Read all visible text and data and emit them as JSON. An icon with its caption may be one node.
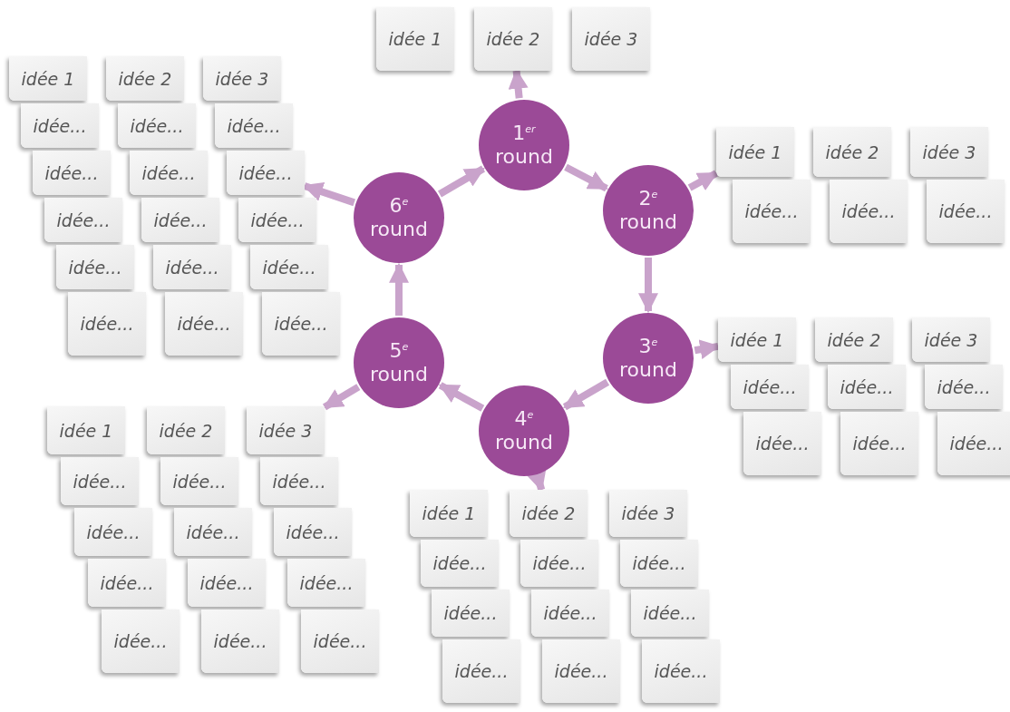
{
  "diagram": {
    "nodes": [
      {
        "text": [
          "1$^{er}$ round"
        ]
      },
      {
        "text": [
          "2$^{e}$ round"
        ]
      },
      {
        "text": [
          "3$^{e}$ round"
        ]
      },
      {
        "text": [
          "4$^{e}$ round"
        ]
      },
      {
        "text": [
          "5$^{e}$ round"
        ]
      },
      {
        "text": [
          "6$^{e}$ round"
        ]
      },
      {
        "text": [
          "idée 1"
        ]
      },
      {
        "text": [
          "idée 2"
        ]
      },
      {
        "text": [
          "idée 3"
        ]
      },
      {
        "text": [
          "idée 1"
        ]
      },
      {
        "text": [
          "idée 2"
        ]
      },
      {
        "text": [
          "idée 3"
        ]
      },
      {
        "text": [
          "idée..."
        ]
      },
      {
        "text": [
          "idée..."
        ]
      },
      {
        "text": [
          "idée..."
        ]
      },
      {
        "text": [
          "idée 1"
        ]
      },
      {
        "text": [
          "idée 2"
        ]
      },
      {
        "text": [
          "idée 3"
        ]
      },
      {
        "text": [
          "idée..."
        ]
      },
      {
        "text": [
          "idée..."
        ]
      },
      {
        "text": [
          "idée..."
        ]
      },
      {
        "text": [
          "idée..."
        ]
      },
      {
        "text": [
          "idée..."
        ]
      },
      {
        "text": [
          "idée..."
        ]
      },
      {
        "text": [
          "idée 1"
        ]
      },
      {
        "text": [
          "idée 2"
        ]
      },
      {
        "text": [
          "idée 3"
        ]
      },
      {
        "text": [
          "idée..."
        ]
      },
      {
        "text": [
          "idée..."
        ]
      },
      {
        "text": [
          "idée..."
        ]
      },
      {
        "text": [
          "idée..."
        ]
      },
      {
        "text": [
          "idée..."
        ]
      },
      {
        "text": [
          "idée..."
        ]
      },
      {
        "text": [
          "idée..."
        ]
      },
      {
        "text": [
          "idée..."
        ]
      },
      {
        "text": [
          "idée..."
        ]
      },
      {
        "text": [
          "idée 1"
        ]
      },
      {
        "text": [
          "idée 2"
        ]
      },
      {
        "text": [
          "idée 3"
        ]
      },
      {
        "text": [
          "idée..."
        ]
      },
      {
        "text": [
          "idée..."
        ]
      },
      {
        "text": [
          "idée..."
        ]
      },
      {
        "text": [
          "idée..."
        ]
      },
      {
        "text": [
          "idée..."
        ]
      },
      {
        "text": [
          "idée..."
        ]
      },
      {
        "text": [
          "idée..."
        ]
      },
      {
        "text": [
          "idée..."
        ]
      },
      {
        "text": [
          "idée..."
        ]
      },
      {
        "text": [
          "idée..."
        ]
      },
      {
        "text": [
          "idée..."
        ]
      },
      {
        "text": [
          "idée..."
        ]
      },
      {
        "text": [
          "idée 1"
        ]
      },
      {
        "text": [
          "idée 2"
        ]
      },
      {
        "text": [
          "idée 3"
        ]
      },
      {
        "text": [
          "idée..."
        ]
      },
      {
        "text": [
          "idée..."
        ]
      },
      {
        "text": [
          "idée..."
        ]
      },
      {
        "text": [
          "idée..."
        ]
      },
      {
        "text": [
          "idée..."
        ]
      },
      {
        "text": [
          "idée..."
        ]
      },
      {
        "text": [
          "idée..."
        ]
      },
      {
        "text": [
          "idée..."
        ]
      },
      {
        "text": [
          "idée..."
        ]
      },
      {
        "text": [
          "idée..."
        ]
      },
      {
        "text": [
          "idée..."
        ]
      },
      {
        "text": [
          "idée..."
        ]
      },
      {
        "text": [
          "idée..."
        ]
      },
      {
        "text": [
          "idée..."
        ]
      },
      {
        "text": [
          "idée..."
        ]
      }
    ],
    "edges": [
      {
        "from": 0,
        "to": 1,
        "arrow": "to"
      },
      {
        "from": 1,
        "to": 2,
        "arrow": "to"
      },
      {
        "from": 2,
        "to": 3,
        "arrow": "to"
      },
      {
        "from": 3,
        "to": 4,
        "arrow": "to"
      },
      {
        "from": 4,
        "to": 5,
        "arrow": "to"
      },
      {
        "from": 5,
        "to": 0,
        "arrow": "to"
      },
      {
        "from": 0,
        "to": 7,
        "arrow": "to"
      },
      {
        "from": 1,
        "to": 9,
        "arrow": "to"
      },
      {
        "from": 2,
        "to": 15,
        "arrow": "to"
      },
      {
        "from": 3,
        "to": 25,
        "arrow": "to"
      },
      {
        "from": 4,
        "to": 38,
        "arrow": "to"
      },
      {
        "from": 5,
        "to": 59,
        "arrow": "to"
      }
    ]
  }
}
